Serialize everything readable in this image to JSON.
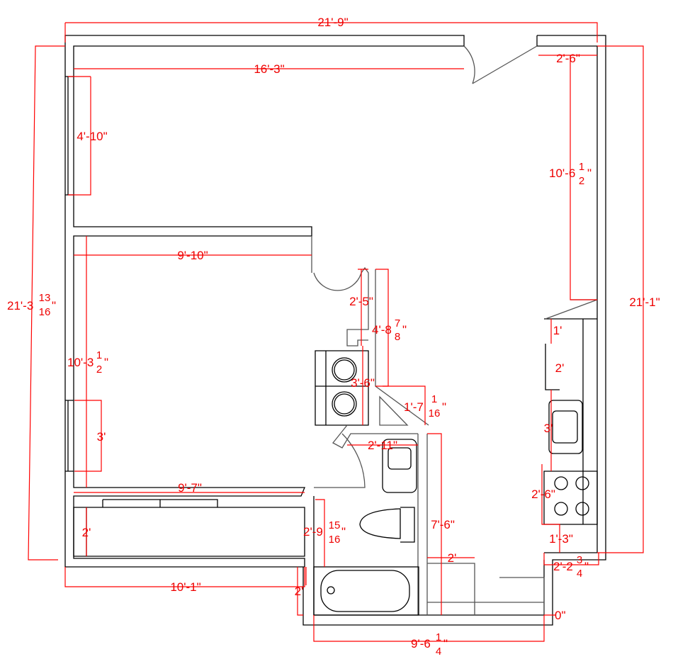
{
  "plan": {
    "dimensions": [
      {
        "id": "overall-width",
        "label": "21'-9\""
      },
      {
        "id": "top-wall",
        "label": "16'-3\""
      },
      {
        "id": "entry-door",
        "label": "2'-6\""
      },
      {
        "id": "window-top-left",
        "label": "4'-10\""
      },
      {
        "id": "right-upper",
        "label": "10'-6",
        "num": "1",
        "den": "2",
        "suffix": "\""
      },
      {
        "id": "overall-height-right",
        "label": "21'-1\""
      },
      {
        "id": "overall-height-left",
        "label": "21'-3",
        "num": "13",
        "den": "16",
        "suffix": "\""
      },
      {
        "id": "bedroom-width",
        "label": "9'-10\""
      },
      {
        "id": "hall-wall",
        "label": "2'-5\""
      },
      {
        "id": "laundry-height",
        "label": "4'-8",
        "num": "7",
        "den": "8",
        "suffix": "\""
      },
      {
        "id": "bedroom-height",
        "label": "10'-3",
        "num": "1",
        "den": "2",
        "suffix": "\""
      },
      {
        "id": "laundry",
        "label": "3'-6\""
      },
      {
        "id": "angled-wall",
        "label": "1'-7",
        "num": "1",
        "den": "16",
        "suffix": "\""
      },
      {
        "id": "window-bedroom",
        "label": "3'"
      },
      {
        "id": "vanity",
        "label": "2'-11\""
      },
      {
        "id": "bedroom-bottom",
        "label": "9'-7\""
      },
      {
        "id": "closet",
        "label": "2'"
      },
      {
        "id": "bath-wall",
        "label": "2'-9",
        "num": "15",
        "den": "16",
        "suffix": "\""
      },
      {
        "id": "kitchen-length",
        "label": "7'-6\""
      },
      {
        "id": "kitchen-counter",
        "label": "2'"
      },
      {
        "id": "bottom-left",
        "label": "10'-1\""
      },
      {
        "id": "bottom-step",
        "label": "2'"
      },
      {
        "id": "bath-bottom",
        "label": "9'-6",
        "num": "1",
        "den": "4",
        "suffix": "\""
      },
      {
        "id": "zero",
        "label": "0\""
      },
      {
        "id": "kitchen-1ft",
        "label": "1'"
      },
      {
        "id": "kitchen-2ft",
        "label": "2'"
      },
      {
        "id": "sink",
        "label": "3'"
      },
      {
        "id": "stove",
        "label": "2'-6\""
      },
      {
        "id": "stove-gap",
        "label": "1'-3\""
      },
      {
        "id": "kitchen-return",
        "label": "2'-2",
        "num": "3",
        "den": "4",
        "suffix": "\""
      }
    ]
  }
}
